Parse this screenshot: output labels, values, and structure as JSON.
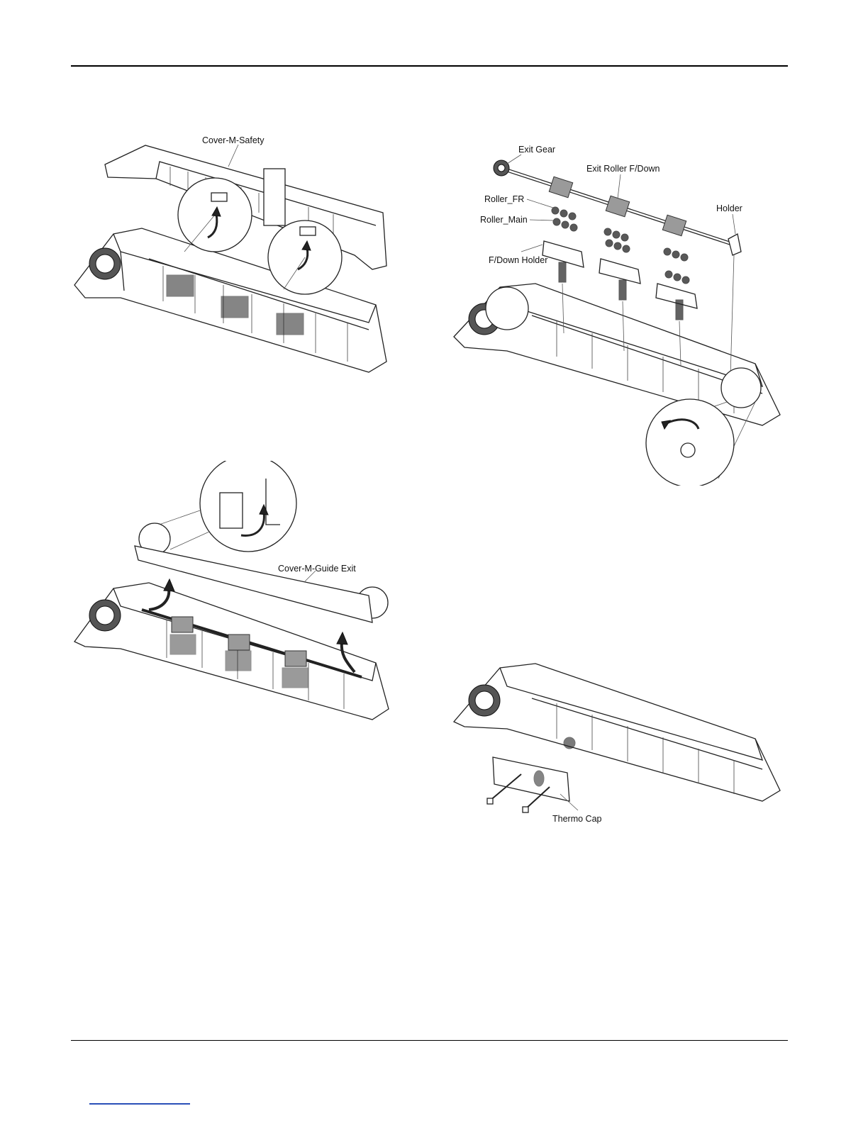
{
  "labels": {
    "cover_safety": "Cover-M-Safety",
    "exit_gear": "Exit Gear",
    "exit_roller": "Exit Roller F/Down",
    "roller_fr": "Roller_FR",
    "roller_main": "Roller_Main",
    "holder": "Holder",
    "fdown_holder": "F/Down Holder",
    "cover_guide_exit": "Cover-M-Guide Exit",
    "thermo_cap": "Thermo Cap"
  },
  "colors": {
    "ink": "#222222",
    "roller_rubber": "#9a9a9a",
    "footer_link": "#2a4fb8"
  }
}
